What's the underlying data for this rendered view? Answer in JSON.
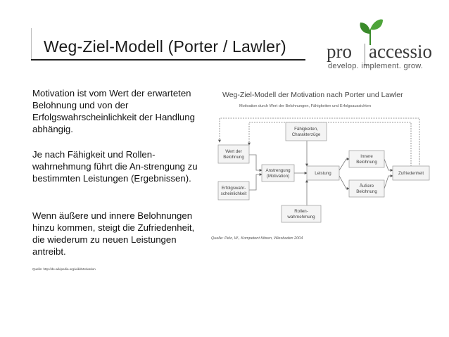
{
  "slide": {
    "title": "Weg-Ziel-Modell (Porter / Lawler)",
    "paragraphs": [
      "Motivation ist vom Wert der erwarteten Belohnung und von der Erfolgswahrscheinlichkeit der Handlung abhängig.",
      "Je nach Fähigkeit und Rollen-wahrnehmung führt die An-strengung zu bestimmten Leistungen (Ergebnissen).",
      "Wenn äußere und innere Belohnungen hinzu kommen, steigt die Zufriedenheit, die wiederum zu neuen Leistungen antreibt."
    ],
    "source": "Quelle: http://de.wikipedia.org/wiki/Motivation"
  },
  "logo": {
    "pro": "pro",
    "accessio": "accessio",
    "tagline": "develop. implement. grow.",
    "leaf_color": "#3a8a2a"
  },
  "diagram": {
    "title": "Weg-Ziel-Modell der Motivation nach Porter und Lawler",
    "subtitle": "Motivation durch Wert der Belohnungen, Fähigkeiten und Erfolgsaussichten",
    "boxes": {
      "wert": [
        "Wert der",
        "Belohnung"
      ],
      "faehig": [
        "Fähigkeiten,",
        "Charakterzüge"
      ],
      "anstr": [
        "Anstrengung",
        "(Motivation)"
      ],
      "erfolg": [
        "Erfolgswahr-",
        "scheinlichkeit"
      ],
      "rollen": [
        "Rollen-",
        "wahrnehmung"
      ],
      "leistung": [
        "Leistung"
      ],
      "innere": [
        "Innere",
        "Belohnung"
      ],
      "aeussere": [
        "Äußere",
        "Belohnung"
      ],
      "zufried": [
        "Zufriedenheit"
      ]
    },
    "source": "Quelle: Pelz, W., Kompetent führen, Wiesbaden 2004"
  }
}
